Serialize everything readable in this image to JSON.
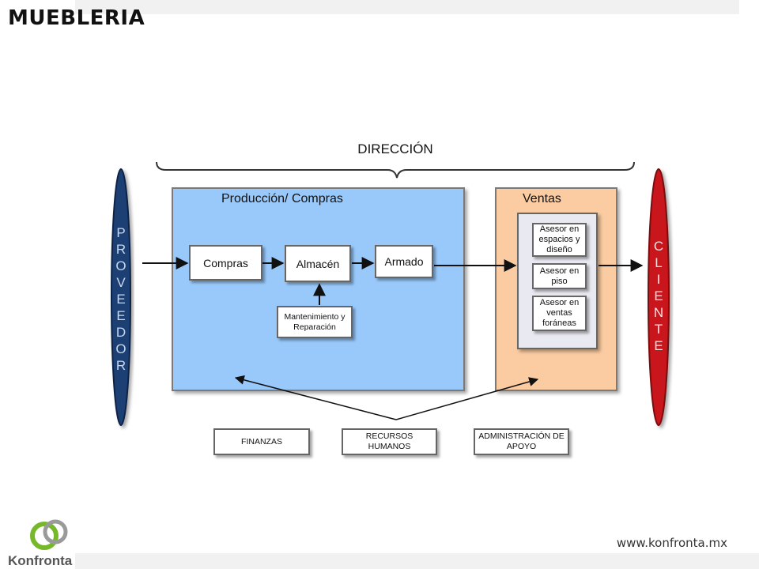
{
  "header": {
    "title": "MUEBLERIA"
  },
  "footer": {
    "website": "www.konfronta.mx",
    "logo_text": "Konfronta"
  },
  "diagram": {
    "direccion": "DIRECCIÓN",
    "proveedor": [
      "P",
      "R",
      "O",
      "V",
      "E",
      "E",
      "D",
      "O",
      "R"
    ],
    "cliente": [
      "C",
      "L",
      "I",
      "E",
      "N",
      "T",
      "E"
    ],
    "produccion": {
      "title": "Producción/ Compras",
      "compras": "Compras",
      "almacen": "Almacén",
      "armado": "Armado",
      "mantenimiento": "Mantenimiento y Reparación"
    },
    "ventas": {
      "title": "Ventas",
      "asesor1": "Asesor en espacios y diseño",
      "asesor2": "Asesor en piso",
      "asesor3": "Asesor en ventas foráneas"
    },
    "support": {
      "finanzas": "FINANZAS",
      "rrhh": "RECURSOS HUMANOS",
      "admin": "ADMINISTRACIÓN DE APOYO"
    },
    "colors": {
      "proveedor": "#1f3f73",
      "cliente": "#c8141a",
      "produccion": "#99c9fb",
      "ventas": "#fbcca1",
      "inner_ventas": "#e8e9f1"
    }
  }
}
